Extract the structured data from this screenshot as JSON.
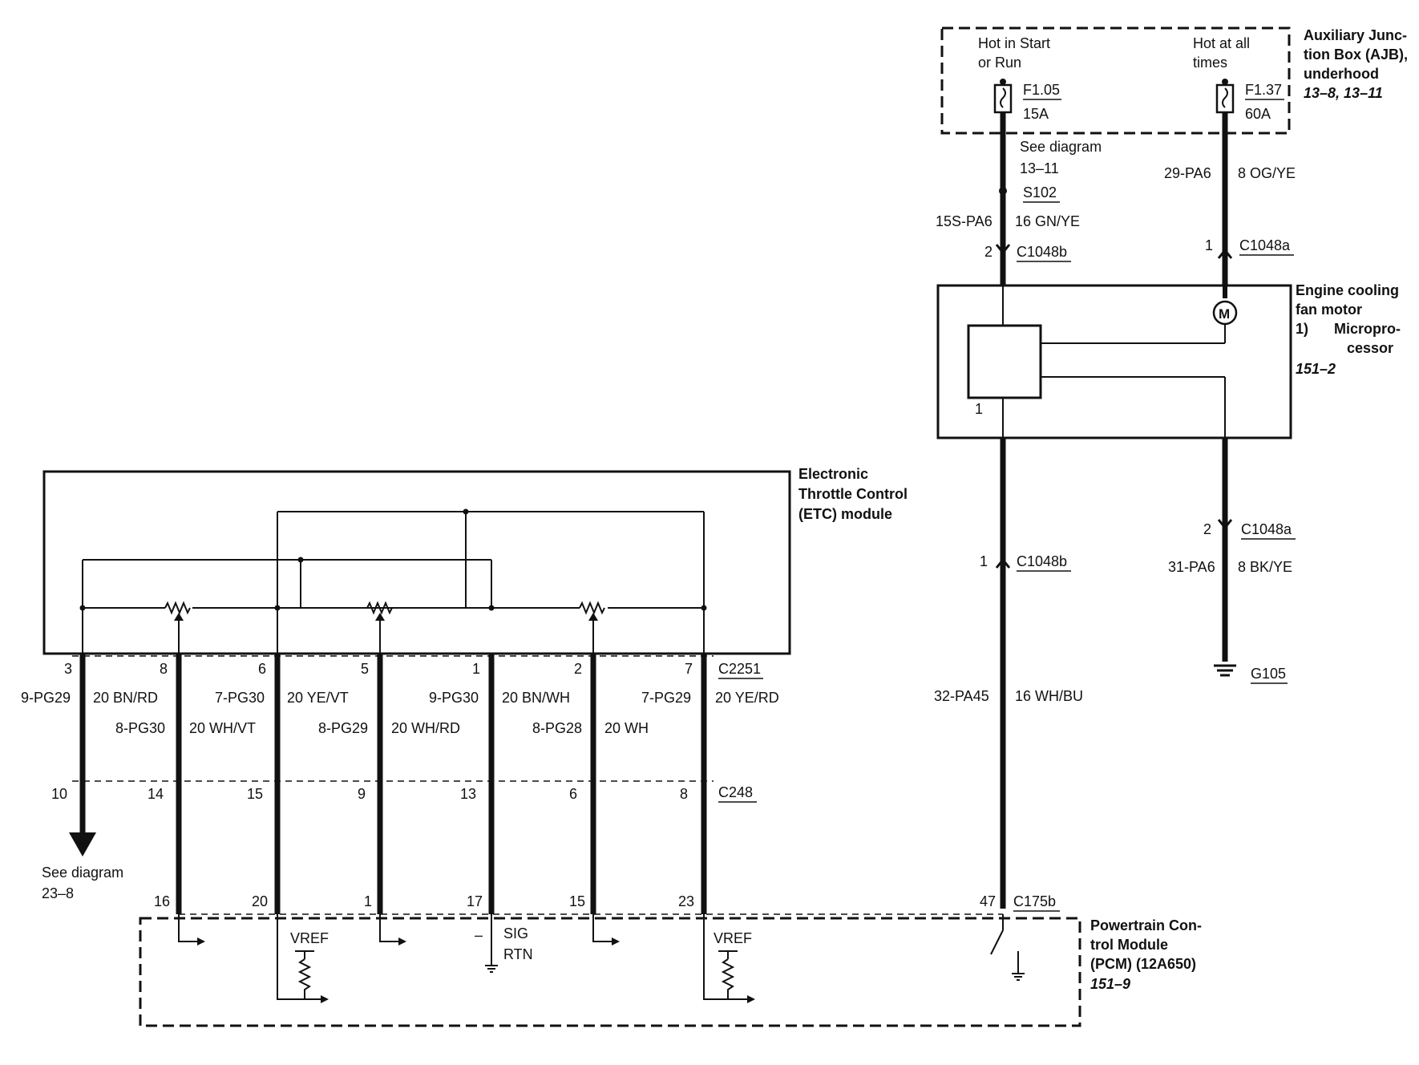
{
  "ajb": {
    "label_lines": [
      "Auxiliary Junc-",
      "tion Box (AJB),",
      "underhood"
    ],
    "ref": "13–8, 13–11",
    "hot_start_run_lines": [
      "Hot in Start",
      "or Run"
    ],
    "hot_all_times_lines": [
      "Hot at all",
      "times"
    ],
    "fuse_left": {
      "id": "F1.05",
      "rating": "15A"
    },
    "fuse_right": {
      "id": "F1.37",
      "rating": "60A"
    }
  },
  "fan_feed": {
    "see_diagram_lines": [
      "See diagram",
      "13–11"
    ],
    "splice": "S102",
    "left_circuit": "15S-PA6",
    "left_wire": "16 GN/YE",
    "left_pin": "2",
    "left_connector": "C1048b",
    "right_circuit": "29-PA6",
    "right_wire": "8 OG/YE",
    "right_pin": "1",
    "right_connector": "C1048a"
  },
  "fan_motor": {
    "label_lines": [
      "Engine cooling",
      "fan motor"
    ],
    "note_num": "1)",
    "note_lines": [
      "Micropro-",
      "cessor"
    ],
    "ref": "151–2",
    "motor_symbol": "M",
    "pin": "1"
  },
  "fan_out": {
    "left_pin": "1",
    "left_connector": "C1048b",
    "left_circuit": "32-PA45",
    "left_wire": "16 WH/BU",
    "right_pin": "2",
    "right_connector": "C1048a",
    "right_circuit": "31-PA6",
    "right_wire": "8 BK/YE",
    "ground": "G105"
  },
  "etc": {
    "label_lines": [
      "Electronic",
      "Throttle Control",
      "(ETC) module"
    ],
    "connector_top": "C2251",
    "connector_mid": "C248",
    "wires": [
      {
        "pin_top": "3",
        "circuit": "9-PG29",
        "color": "20 BN/RD",
        "pin_mid": "10"
      },
      {
        "pin_top": "8",
        "circuit": "8-PG30",
        "color": "20 WH/VT",
        "pin_mid": "14",
        "pin_pcm": "16"
      },
      {
        "pin_top": "6",
        "circuit": "7-PG30",
        "color": "20 YE/VT",
        "pin_mid": "15",
        "pin_pcm": "20"
      },
      {
        "pin_top": "5",
        "circuit": "8-PG29",
        "color": "20 WH/RD",
        "pin_mid": "9",
        "pin_pcm": "1"
      },
      {
        "pin_top": "1",
        "circuit": "9-PG30",
        "color": "20 BN/WH",
        "pin_mid": "13",
        "pin_pcm": "17"
      },
      {
        "pin_top": "2",
        "circuit": "8-PG28",
        "color": "20 WH",
        "pin_mid": "6",
        "pin_pcm": "15"
      },
      {
        "pin_top": "7",
        "circuit": "7-PG29",
        "color": "20 YE/RD",
        "pin_mid": "8",
        "pin_pcm": "23"
      }
    ],
    "m_symbol": "M",
    "see_diagram_lines": [
      "See diagram",
      "23–8"
    ]
  },
  "pcm": {
    "label_lines": [
      "Powertrain Con-",
      "trol Module",
      "(PCM) (12A650)"
    ],
    "ref": "151–9",
    "connector": "C175b",
    "fan_pin": "47",
    "vref_left": "VREF",
    "vref_right": "VREF",
    "sig_rtn_lines": [
      "SIG",
      "RTN"
    ],
    "sig_dash": "–"
  }
}
